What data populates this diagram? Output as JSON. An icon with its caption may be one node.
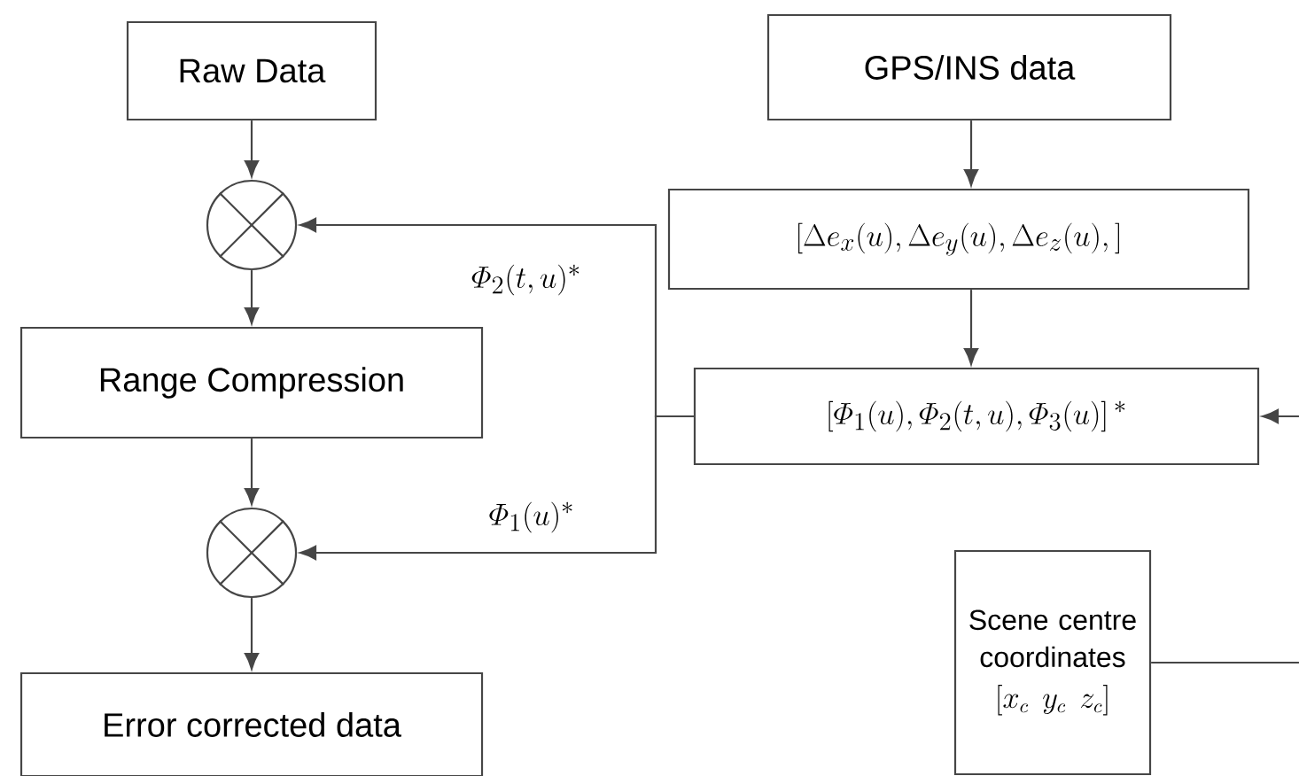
{
  "diagram": {
    "nodes": [
      {
        "text": [
          "Raw Data"
        ]
      },
      {
        "text": [],
        "shape": "circle"
      },
      {
        "text": [
          "Range Compression"
        ]
      },
      {
        "text": [],
        "shape": "circle"
      },
      {
        "text": [
          "Error corrected data"
        ]
      },
      {
        "text": [
          "GPS/INS data"
        ]
      },
      {
        "text": [
          "[\\Delta e_x(u),\\Delta e_y(u),\\Delta e_z(u),]"
        ]
      },
      {
        "text": [
          "[\\varPhi_1(u),\\varPhi_2(t,u),\\varPhi_3(u)]\\,^*"
        ]
      },
      {
        "text": [
          "Scene centre coordinates",
          "[x_c\\; y_c\\; z_c]"
        ]
      }
    ],
    "edges": [
      {
        "from": 0,
        "to": 1,
        "arrow": "to"
      },
      {
        "from": 1,
        "to": 2,
        "arrow": "to"
      },
      {
        "from": 2,
        "to": 3,
        "arrow": "to"
      },
      {
        "from": 3,
        "to": 4,
        "arrow": "to"
      },
      {
        "from": 5,
        "to": 6,
        "arrow": "to"
      },
      {
        "from": 6,
        "to": 7,
        "arrow": "to"
      },
      {
        "from": 7,
        "to": 1,
        "arrow": "to",
        "label": "\\varPhi_2(t,u)^*"
      },
      {
        "from": 7,
        "to": 3,
        "arrow": "to",
        "label": "\\varPhi_1(u)^*"
      },
      {
        "from": 8,
        "to": null,
        "arrow": "none"
      },
      {
        "from": null,
        "to": 7,
        "arrow": "to"
      }
    ]
  }
}
